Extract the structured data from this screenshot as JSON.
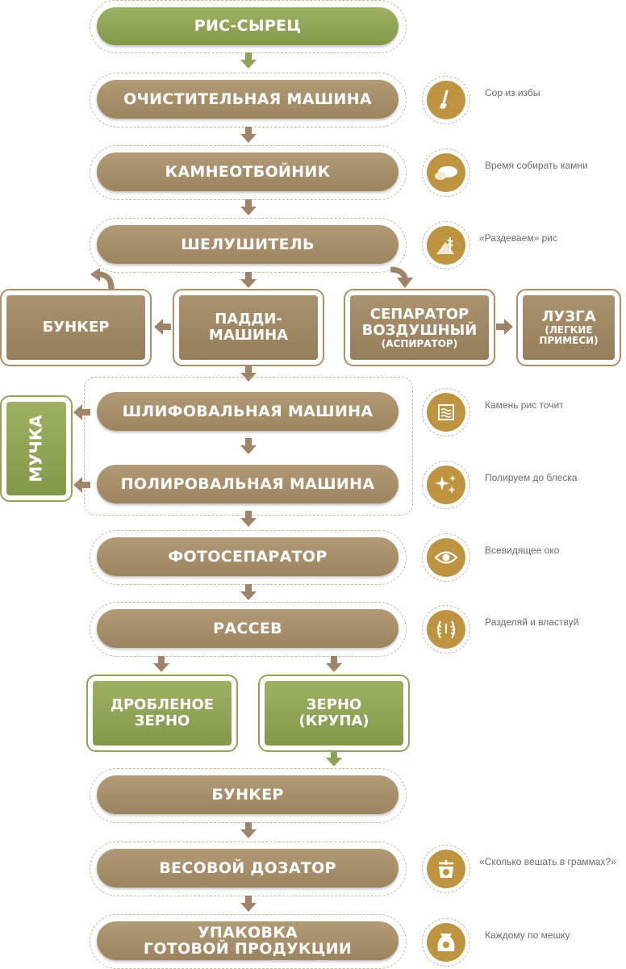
{
  "steps": {
    "raw_rice": "РИС-СЫРЕЦ",
    "cleaner": "ОЧИСТИТЕЛЬНАЯ МАШИНА",
    "destoner": "КАМНЕОТБОЙНИК",
    "husker": "ШЕЛУШИТЕЛЬ",
    "hopper_side": "БУНКЕР",
    "paddy_line1": "ПАДДИ-",
    "paddy_line2": "МАШИНА",
    "aspirator_line1": "СЕПАРАТОР",
    "aspirator_line2": "ВОЗДУШНЫЙ",
    "aspirator_line3": "(АСПИРАТОР)",
    "husk_line1": "ЛУЗГА",
    "husk_line2": "(ЛЕГКИЕ",
    "husk_line3": "ПРИМЕСИ)",
    "flour": "МУЧКА",
    "whitener": "ШЛИФОВАЛЬНАЯ МАШИНА",
    "polisher": "ПОЛИРОВАЛЬНАЯ МАШИНА",
    "color_sorter": "ФОТОСЕПАРАТОР",
    "sifter": "РАССЕВ",
    "broken_line1": "ДРОБЛЕНОЕ",
    "broken_line2": "ЗЕРНО",
    "grain_line1": "ЗЕРНО",
    "grain_line2": "(КРУПА)",
    "hopper": "БУНКЕР",
    "weigher": "ВЕСОВОЙ ДОЗАТОР",
    "packing_line1": "УПАКОВКА",
    "packing_line2": "ГОТОВОЙ ПРОДУКЦИИ"
  },
  "notes": {
    "cleaner": "Сор из избы",
    "destoner": "Время собирать камни",
    "husker": "«Раздеваем» рис",
    "whitener": "Камень рис точит",
    "polisher": "Полируем до блеска",
    "color_sorter": "Всевидящее око",
    "sifter": "Разделяй и властвуй",
    "weigher": "«Сколько вешать в граммах?»",
    "packing": "Каждому по мешку"
  },
  "icons": {
    "cleaner": "broom-icon",
    "destoner": "stone-icon",
    "husker": "grain-pile-icon",
    "whitener": "grind-icon",
    "polisher": "sparkle-icon",
    "color_sorter": "eye-icon",
    "sifter": "wheat-wreath-icon",
    "weigher": "scale-icon",
    "packing": "sack-icon"
  },
  "colors": {
    "brown": "#a58c66",
    "green": "#8fa356",
    "icon_gold": "#bf9440",
    "arrow_brown": "#a0846a",
    "arrow_green": "#8fa356"
  }
}
